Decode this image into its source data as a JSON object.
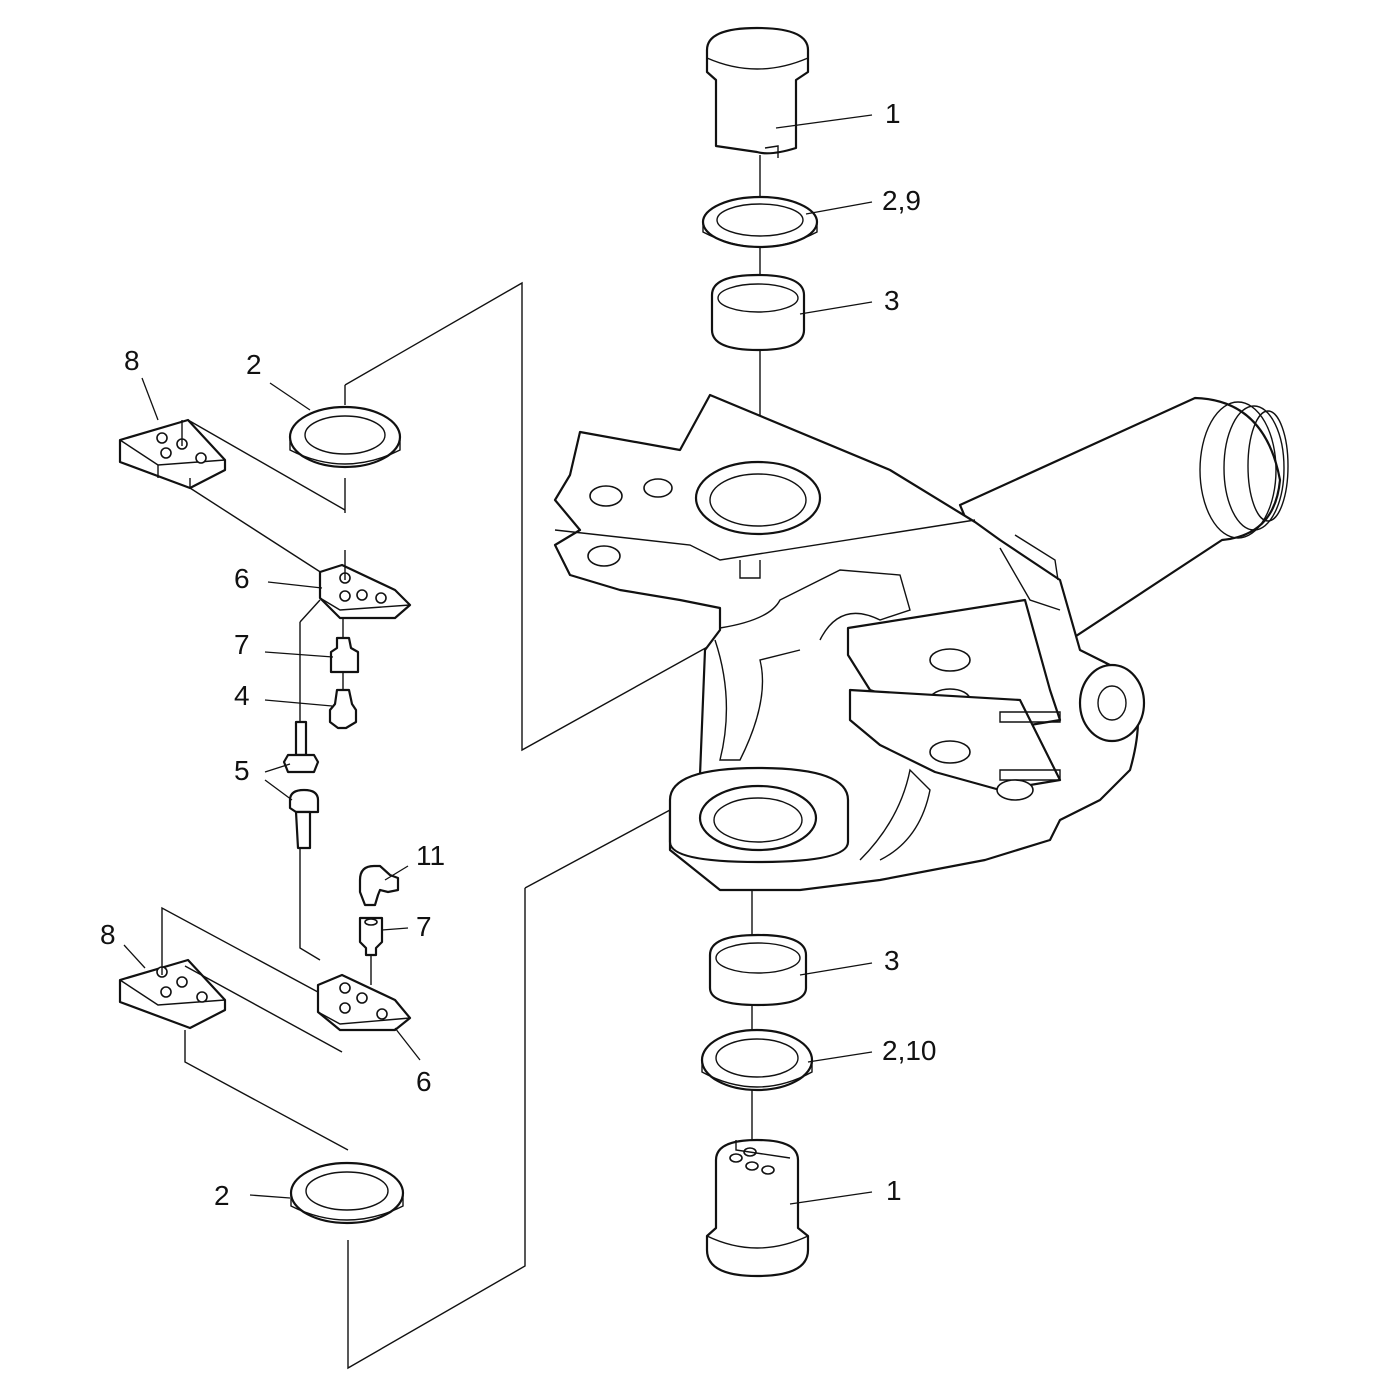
{
  "callouts": [
    {
      "id": "top-pin",
      "text": "1"
    },
    {
      "id": "top-washer",
      "text": "2,9"
    },
    {
      "id": "top-bushing",
      "text": "3"
    },
    {
      "id": "upper-plate-left",
      "text": "8"
    },
    {
      "id": "upper-ring-left",
      "text": "2"
    },
    {
      "id": "upper-bracket",
      "text": "6"
    },
    {
      "id": "upper-adapter",
      "text": "7"
    },
    {
      "id": "grease-nipple",
      "text": "4"
    },
    {
      "id": "bolts",
      "text": "5"
    },
    {
      "id": "angled-nipple",
      "text": "11"
    },
    {
      "id": "lower-adapter",
      "text": "7"
    },
    {
      "id": "lower-plate-left",
      "text": "8"
    },
    {
      "id": "lower-bracket",
      "text": "6"
    },
    {
      "id": "lower-ring-left",
      "text": "2"
    },
    {
      "id": "bottom-bushing",
      "text": "3"
    },
    {
      "id": "bottom-washer",
      "text": "2,10"
    },
    {
      "id": "bottom-pin",
      "text": "1"
    }
  ],
  "colors": {
    "line": "#111111",
    "background": "#ffffff"
  }
}
